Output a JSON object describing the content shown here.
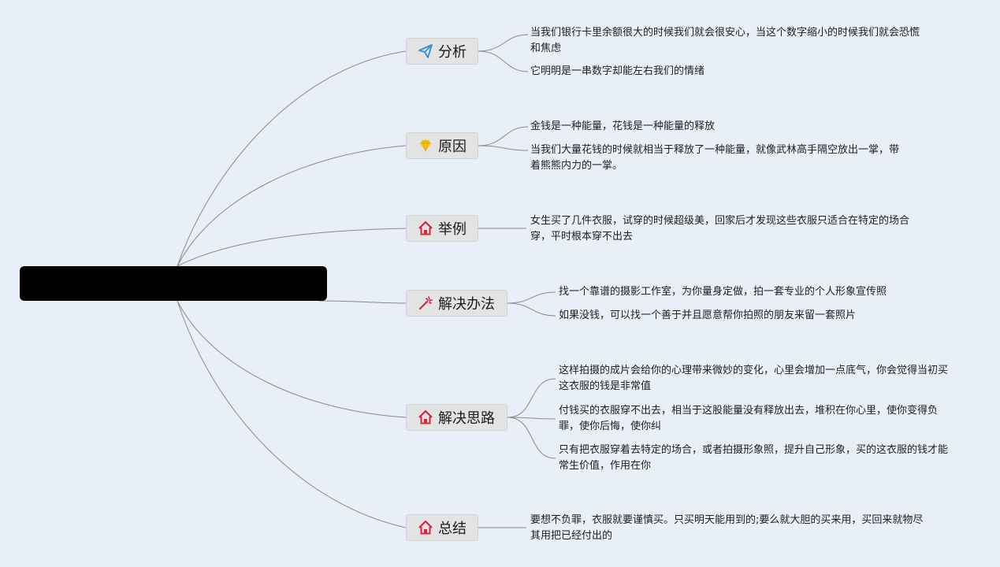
{
  "root": {
    "title": ""
  },
  "branches": [
    {
      "label": "分析",
      "icon": "paper-plane-icon",
      "items": [
        "当我们银行卡里余额很大的时候我们就会很安心，当这个数字缩小的时候我们就会恐慌和焦虑",
        "它明明是一串数字却能左右我们的情绪"
      ]
    },
    {
      "label": "原因",
      "icon": "diamond-icon",
      "items": [
        "金钱是一种能量，花钱是一种能量的释放",
        "当我们大量花钱的时候就相当于释放了一种能量，就像武林高手隔空放出一掌，带着熊熊内力的一掌。"
      ]
    },
    {
      "label": "举例",
      "icon": "house-icon",
      "items": [
        "女生买了几件衣服，试穿的时候超级美，回家后才发现这些衣服只适合在特定的场合穿，平时根本穿不出去"
      ]
    },
    {
      "label": "解决办法",
      "icon": "magic-wand-icon",
      "items": [
        "找一个靠谱的摄影工作室，为你量身定做，拍一套专业的个人形象宣传照",
        "如果没钱，可以找一个善于并且愿意帮你拍照的朋友来留一套照片"
      ]
    },
    {
      "label": "解决思路",
      "icon": "house-icon",
      "items": [
        "这样拍摄的成片会给你的心理带来微妙的变化，心里会增加一点底气，你会觉得当初买这衣服的钱是非常值",
        "付钱买的衣服穿不出去，相当于这股能量没有释放出去，堆积在你心里，使你变得负罪，使你后悔，使你纠",
        "只有把衣服穿着去特定的场合，或者拍摄形象照，提升自己形象，买的这衣服的钱才能常生价值，作用在你"
      ]
    },
    {
      "label": "总结",
      "icon": "house-icon",
      "items": [
        "要想不负罪，衣服就要谨慎买。只买明天能用到的;要么就大胆的买来用，买回来就物尽其用把已经付出的"
      ]
    }
  ],
  "colors": {
    "background": "#e8eff8",
    "connector": "#8a8a8a",
    "branch_fill": "#e3e3e3",
    "icon_blue": "#2f8fd8",
    "icon_yellow": "#f2c318",
    "icon_red": "#d8243c"
  }
}
